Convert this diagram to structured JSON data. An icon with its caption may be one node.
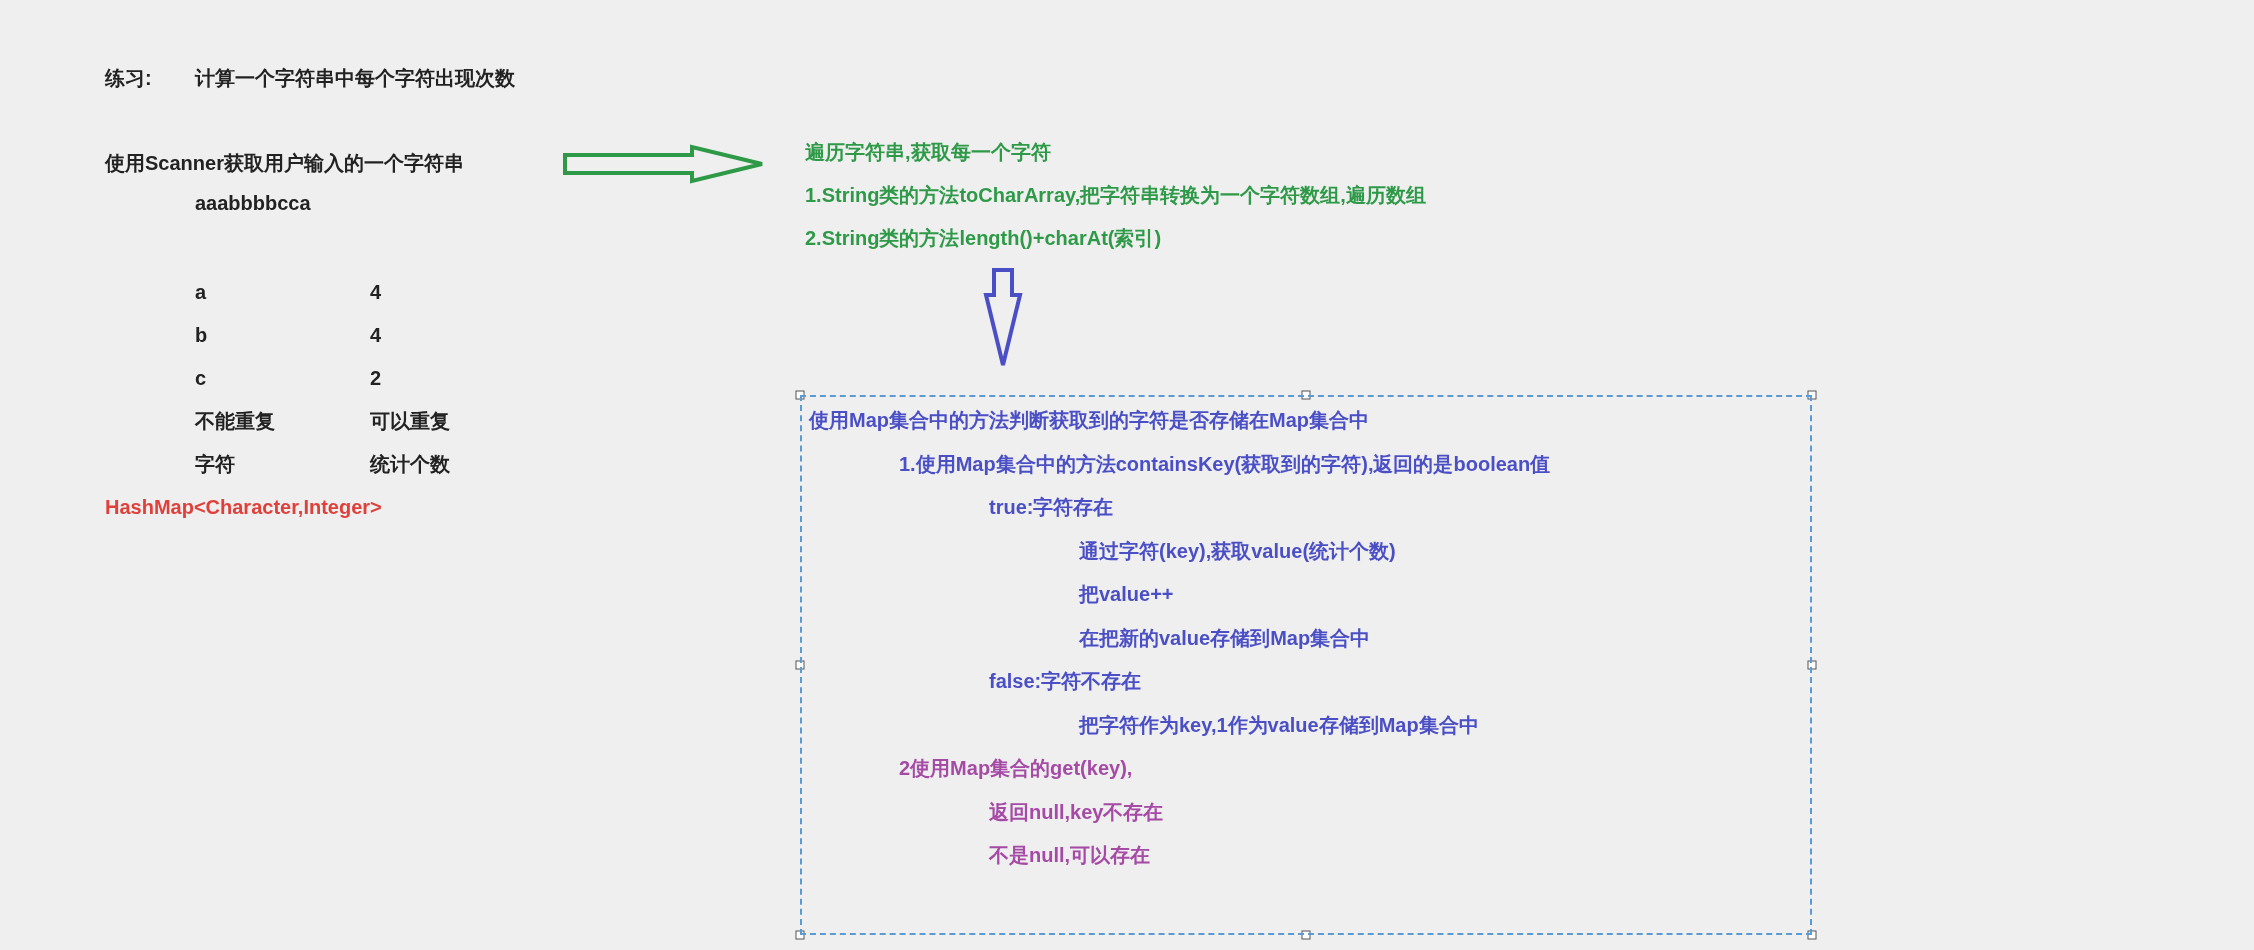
{
  "diagram": {
    "nodes": [
      {
        "text": [
          "使用Scanner获取用户输入的一个字符串"
        ]
      },
      {
        "text": [
          "遍历字符串,获取每一个字符",
          "1.String类的方法toCharArray,把字符串转换为一个字符数组,遍历数组",
          "2.String类的方法length()+charAt(索引)"
        ]
      },
      {
        "text": [
          "使用Map集合中的方法判断获取到的字符是否存储在Map集合中",
          "1.使用Map集合中的方法containsKey(获取到的字符),返回的是boolean值",
          "true:字符存在",
          "通过字符(key),获取value(统计个数)",
          "把value++",
          "在把新的value存储到Map集合中",
          "false:字符不存在",
          "把字符作为key,1作为value存储到Map集合中",
          "2使用Map集合的get(key),",
          "返回null,key不存在",
          "不是null,可以存在"
        ]
      }
    ],
    "edges": [
      {
        "from": 0,
        "to": 1,
        "arrow": "to",
        "color": "#2e9a48"
      },
      {
        "from": 1,
        "to": 2,
        "arrow": "to",
        "color": "#4b4fc6"
      }
    ],
    "labels": [
      "练习:",
      "计算一个字符串中每个字符出现次数",
      "aaabbbbcca",
      "a",
      "4",
      "b",
      "4",
      "c",
      "2",
      "不能重复",
      "可以重复",
      "字符",
      "统计个数",
      "HashMap<Character,Integer>"
    ]
  }
}
